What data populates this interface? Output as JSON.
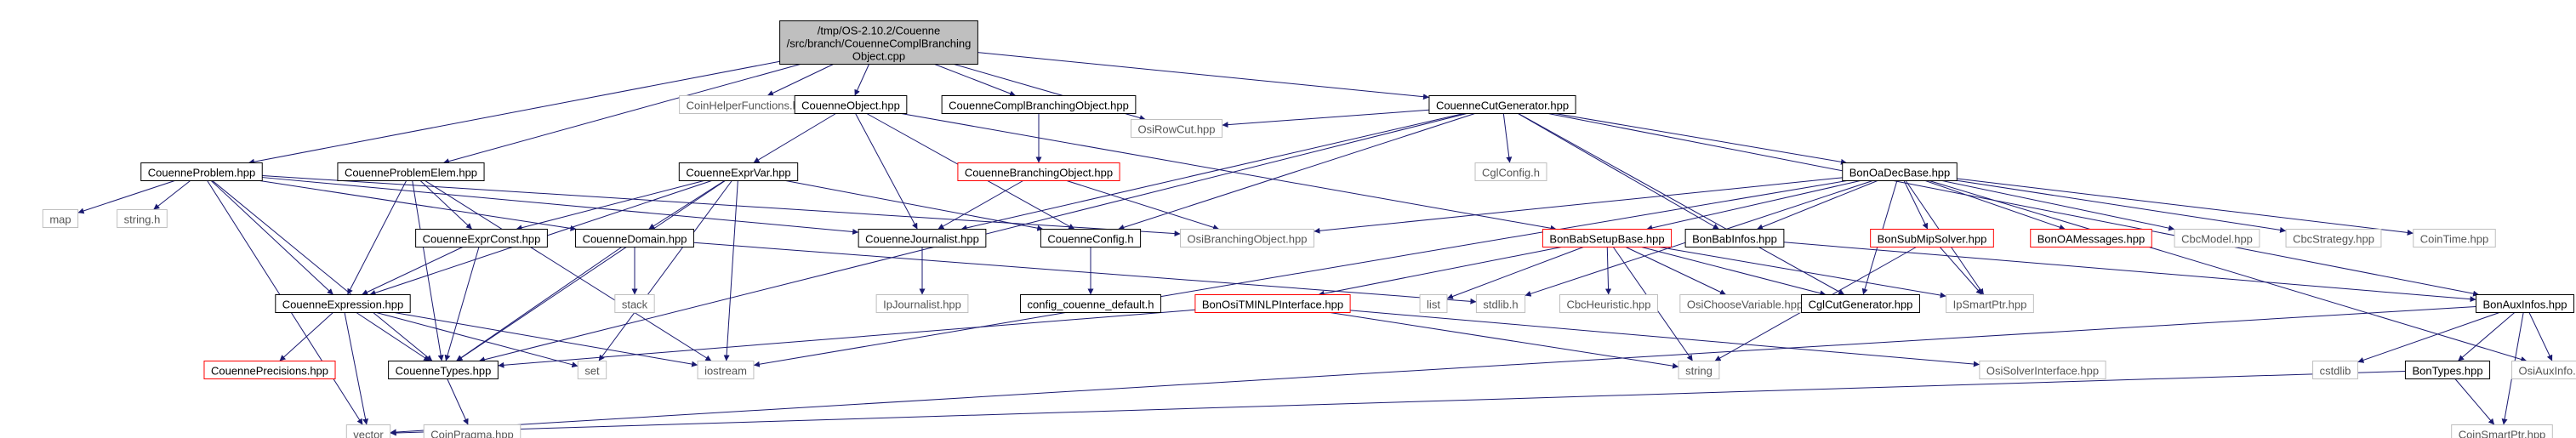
{
  "edge_color": "#191970",
  "nodes": [
    {
      "id": "root",
      "lines": [
        "/tmp/OS-2.10.2/Couenne",
        "/src/branch/CouenneComplBranching",
        "Object.cpp"
      ],
      "style": "root"
    },
    {
      "id": "coinhelper",
      "lines": [
        "CoinHelperFunctions.hpp"
      ],
      "style": "external"
    },
    {
      "id": "cobject",
      "lines": [
        "CouenneObject.hpp"
      ],
      "style": "normal"
    },
    {
      "id": "ccomplbo",
      "lines": [
        "CouenneComplBranchingObject.hpp"
      ],
      "style": "normal"
    },
    {
      "id": "osirowcut",
      "lines": [
        "OsiRowCut.hpp"
      ],
      "style": "external"
    },
    {
      "id": "ccutgen",
      "lines": [
        "CouenneCutGenerator.hpp"
      ],
      "style": "normal"
    },
    {
      "id": "cproblem",
      "lines": [
        "CouenneProblem.hpp"
      ],
      "style": "normal"
    },
    {
      "id": "cprobelem",
      "lines": [
        "CouenneProblemElem.hpp"
      ],
      "style": "normal"
    },
    {
      "id": "cexprvar",
      "lines": [
        "CouenneExprVar.hpp"
      ],
      "style": "normal"
    },
    {
      "id": "cbranchobj",
      "lines": [
        "CouenneBranchingObject.hpp"
      ],
      "style": "missing"
    },
    {
      "id": "cglconfig",
      "lines": [
        "CglConfig.h"
      ],
      "style": "external"
    },
    {
      "id": "bonoadec",
      "lines": [
        "BonOaDecBase.hpp"
      ],
      "style": "normal"
    },
    {
      "id": "map",
      "lines": [
        "map"
      ],
      "style": "external"
    },
    {
      "id": "stringh",
      "lines": [
        "string.h"
      ],
      "style": "external"
    },
    {
      "id": "cexprconst",
      "lines": [
        "CouenneExprConst.hpp"
      ],
      "style": "normal"
    },
    {
      "id": "cdomain",
      "lines": [
        "CouenneDomain.hpp"
      ],
      "style": "normal"
    },
    {
      "id": "cjournalist",
      "lines": [
        "CouenneJournalist.hpp"
      ],
      "style": "normal"
    },
    {
      "id": "cconfig",
      "lines": [
        "CouenneConfig.h"
      ],
      "style": "normal"
    },
    {
      "id": "osibranchobj",
      "lines": [
        "OsiBranchingObject.hpp"
      ],
      "style": "external"
    },
    {
      "id": "bonbabsetup",
      "lines": [
        "BonBabSetupBase.hpp"
      ],
      "style": "missing"
    },
    {
      "id": "bonbabinfos",
      "lines": [
        "BonBabInfos.hpp"
      ],
      "style": "normal"
    },
    {
      "id": "bonsubmip",
      "lines": [
        "BonSubMipSolver.hpp"
      ],
      "style": "missing"
    },
    {
      "id": "bonoamsg",
      "lines": [
        "BonOAMessages.hpp"
      ],
      "style": "missing"
    },
    {
      "id": "cbcmodel",
      "lines": [
        "CbcModel.hpp"
      ],
      "style": "external"
    },
    {
      "id": "cbcstrategy",
      "lines": [
        "CbcStrategy.hpp"
      ],
      "style": "external"
    },
    {
      "id": "cointime",
      "lines": [
        "CoinTime.hpp"
      ],
      "style": "external"
    },
    {
      "id": "stack",
      "lines": [
        "stack"
      ],
      "style": "external"
    },
    {
      "id": "ipjournalist",
      "lines": [
        "IpJournalist.hpp"
      ],
      "style": "external"
    },
    {
      "id": "configdefault",
      "lines": [
        "config_couenne_default.h"
      ],
      "style": "normal"
    },
    {
      "id": "list",
      "lines": [
        "list"
      ],
      "style": "external"
    },
    {
      "id": "stdlibh",
      "lines": [
        "stdlib.h"
      ],
      "style": "external"
    },
    {
      "id": "cbcheuristic",
      "lines": [
        "CbcHeuristic.hpp"
      ],
      "style": "external"
    },
    {
      "id": "osichoosevar",
      "lines": [
        "OsiChooseVariable.hpp"
      ],
      "style": "external"
    },
    {
      "id": "cglcutgen",
      "lines": [
        "CglCutGenerator.hpp"
      ],
      "style": "normal"
    },
    {
      "id": "ipsmartptr",
      "lines": [
        "IpSmartPtr.hpp"
      ],
      "style": "external"
    },
    {
      "id": "cexpression",
      "lines": [
        "CouenneExpression.hpp"
      ],
      "style": "normal"
    },
    {
      "id": "bonositmi",
      "lines": [
        "BonOsiTMINLPInterface.hpp"
      ],
      "style": "missing"
    },
    {
      "id": "bonauxinfos",
      "lines": [
        "BonAuxInfos.hpp"
      ],
      "style": "normal"
    },
    {
      "id": "cprecisions",
      "lines": [
        "CouennePrecisions.hpp"
      ],
      "style": "missing"
    },
    {
      "id": "ctypes",
      "lines": [
        "CouenneTypes.hpp"
      ],
      "style": "normal"
    },
    {
      "id": "set",
      "lines": [
        "set"
      ],
      "style": "external"
    },
    {
      "id": "iostream",
      "lines": [
        "iostream"
      ],
      "style": "external"
    },
    {
      "id": "string",
      "lines": [
        "string"
      ],
      "style": "external"
    },
    {
      "id": "osisolverif",
      "lines": [
        "OsiSolverInterface.hpp"
      ],
      "style": "external"
    },
    {
      "id": "cstdlib",
      "lines": [
        "cstdlib"
      ],
      "style": "external"
    },
    {
      "id": "bontypes",
      "lines": [
        "BonTypes.hpp"
      ],
      "style": "normal"
    },
    {
      "id": "osiauxinfo",
      "lines": [
        "OsiAuxInfo.hpp"
      ],
      "style": "external"
    },
    {
      "id": "vector",
      "lines": [
        "vector"
      ],
      "style": "external"
    },
    {
      "id": "coinpragma",
      "lines": [
        "CoinPragma.hpp"
      ],
      "style": "external"
    },
    {
      "id": "coinsmartptr",
      "lines": [
        "CoinSmartPtr.hpp"
      ],
      "style": "external"
    }
  ],
  "edges": [
    [
      "root",
      "coinhelper"
    ],
    [
      "root",
      "cobject"
    ],
    [
      "root",
      "ccomplbo"
    ],
    [
      "root",
      "osirowcut"
    ],
    [
      "root",
      "ccutgen"
    ],
    [
      "root",
      "cproblem"
    ],
    [
      "root",
      "cprobelem"
    ],
    [
      "ccomplbo",
      "cbranchobj"
    ],
    [
      "cobject",
      "cexprvar"
    ],
    [
      "cobject",
      "cjournalist"
    ],
    [
      "cobject",
      "cconfig"
    ],
    [
      "cobject",
      "bonbabsetup"
    ],
    [
      "cbranchobj",
      "cjournalist"
    ],
    [
      "cbranchobj",
      "osibranchobj"
    ],
    [
      "ccutgen",
      "osirowcut"
    ],
    [
      "ccutgen",
      "cglconfig"
    ],
    [
      "ccutgen",
      "bonoadec"
    ],
    [
      "ccutgen",
      "cjournalist"
    ],
    [
      "ccutgen",
      "cconfig"
    ],
    [
      "ccutgen",
      "bonbabinfos"
    ],
    [
      "ccutgen",
      "cglcutgen"
    ],
    [
      "ccutgen",
      "ctypes"
    ],
    [
      "ccutgen",
      "bonauxinfos"
    ],
    [
      "cproblem",
      "map"
    ],
    [
      "cproblem",
      "stringh"
    ],
    [
      "cproblem",
      "vector"
    ],
    [
      "cproblem",
      "cexpression"
    ],
    [
      "cproblem",
      "ctypes"
    ],
    [
      "cproblem",
      "cdomain"
    ],
    [
      "cproblem",
      "cjournalist"
    ],
    [
      "cproblem",
      "osibranchobj"
    ],
    [
      "cprobelem",
      "cexprconst"
    ],
    [
      "cprobelem",
      "cexpression"
    ],
    [
      "cprobelem",
      "ctypes"
    ],
    [
      "cprobelem",
      "iostream"
    ],
    [
      "cexprvar",
      "cexprconst"
    ],
    [
      "cexprvar",
      "cdomain"
    ],
    [
      "cexprvar",
      "cexpression"
    ],
    [
      "cexprvar",
      "ctypes"
    ],
    [
      "cexprvar",
      "iostream"
    ],
    [
      "cexprvar",
      "set"
    ],
    [
      "cexprvar",
      "cconfig"
    ],
    [
      "cexprconst",
      "cexpression"
    ],
    [
      "cexprconst",
      "ctypes"
    ],
    [
      "cexpression",
      "cprecisions"
    ],
    [
      "cexpression",
      "ctypes"
    ],
    [
      "cexpression",
      "vector"
    ],
    [
      "cexpression",
      "set"
    ],
    [
      "cexpression",
      "iostream"
    ],
    [
      "cdomain",
      "stack"
    ],
    [
      "cdomain",
      "ctypes"
    ],
    [
      "cdomain",
      "stdlibh"
    ],
    [
      "cjournalist",
      "ipjournalist"
    ],
    [
      "cconfig",
      "configdefault"
    ],
    [
      "ctypes",
      "coinpragma"
    ],
    [
      "bonoadec",
      "bonbabsetup"
    ],
    [
      "bonoadec",
      "bonbabinfos"
    ],
    [
      "bonoadec",
      "bonsubmip"
    ],
    [
      "bonoadec",
      "bonoamsg"
    ],
    [
      "bonoadec",
      "cbcmodel"
    ],
    [
      "bonoadec",
      "cbcstrategy"
    ],
    [
      "bonoadec",
      "cointime"
    ],
    [
      "bonoadec",
      "osiauxinfo"
    ],
    [
      "bonoadec",
      "cglcutgen"
    ],
    [
      "bonoadec",
      "ipsmartptr"
    ],
    [
      "bonoadec",
      "osibranchobj"
    ],
    [
      "bonoadec",
      "iostream"
    ],
    [
      "bonoadec",
      "stdlibh"
    ],
    [
      "bonbabsetup",
      "bonositmi"
    ],
    [
      "bonbabsetup",
      "list"
    ],
    [
      "bonbabsetup",
      "cbcheuristic"
    ],
    [
      "bonbabsetup",
      "osichoosevar"
    ],
    [
      "bonbabsetup",
      "cglcutgen"
    ],
    [
      "bonbabsetup",
      "ipsmartptr"
    ],
    [
      "bonbabsetup",
      "string"
    ],
    [
      "bonositmi",
      "ctypes"
    ],
    [
      "bonositmi",
      "string"
    ],
    [
      "bonositmi",
      "osisolverif"
    ],
    [
      "bonbabinfos",
      "bonauxinfos"
    ],
    [
      "bonsubmip",
      "ipsmartptr"
    ],
    [
      "bonsubmip",
      "string"
    ],
    [
      "bonauxinfos",
      "cstdlib"
    ],
    [
      "bonauxinfos",
      "bontypes"
    ],
    [
      "bonauxinfos",
      "osiauxinfo"
    ],
    [
      "bonauxinfos",
      "coinsmartptr"
    ],
    [
      "bonauxinfos",
      "vector"
    ],
    [
      "bontypes",
      "vector"
    ],
    [
      "bontypes",
      "coinsmartptr"
    ]
  ]
}
